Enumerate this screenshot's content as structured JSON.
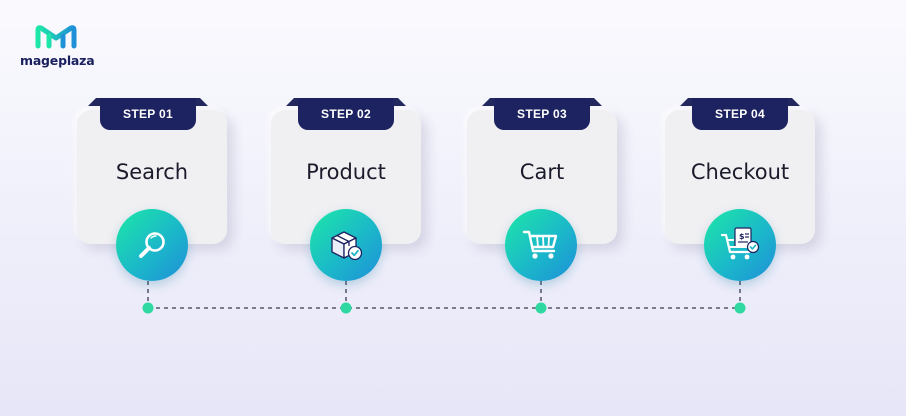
{
  "brand": {
    "name": "mageplaza",
    "logo_icon": "mageplaza-m-logo",
    "colors": {
      "teal": "#1de8a7",
      "blue": "#1e8fd8",
      "navy": "#1d2260"
    }
  },
  "steps": [
    {
      "tab": "STEP 01",
      "label": "Search",
      "icon": "magnifier-icon"
    },
    {
      "tab": "STEP 02",
      "label": "Product",
      "icon": "package-icon"
    },
    {
      "tab": "STEP 03",
      "label": "Cart",
      "icon": "shopping-cart-icon"
    },
    {
      "tab": "STEP 04",
      "label": "Checkout",
      "icon": "checkout-cart-icon"
    }
  ],
  "timeline": {
    "style": "dashed",
    "node_color": "#2ed8a0"
  }
}
